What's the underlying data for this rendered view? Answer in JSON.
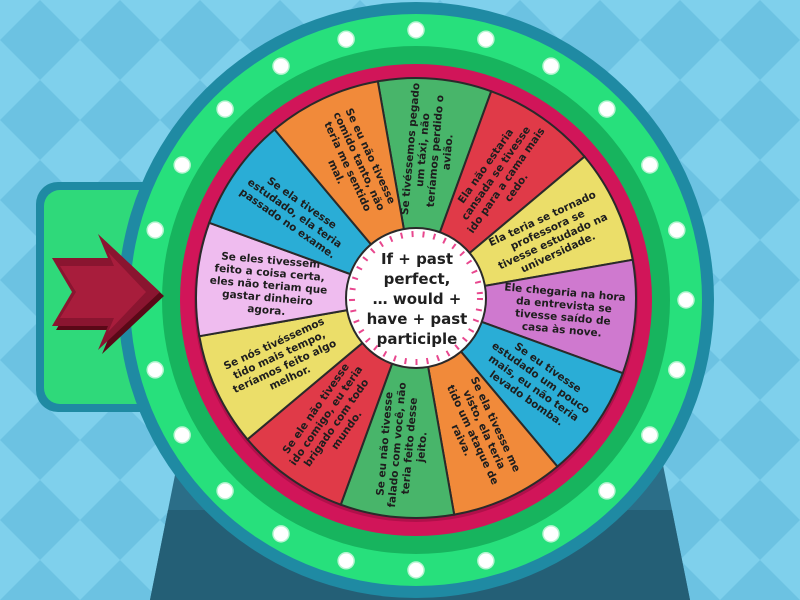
{
  "center": {
    "label": "If + past\nperfect,\n… would +\nhave + past\nparticiple"
  },
  "colors": {
    "background": "#7fd0ec",
    "background_pattern": "#6cc2e2",
    "stand": "#2b6e88",
    "frame_outer": "#1f8aa3",
    "frame_green": "#27e07c",
    "frame_green_dark": "#17b45e",
    "frame_crimson": "#d11559",
    "hub_dots": "#e8478e",
    "pointer": "#7a0f24",
    "segment_divider": "#2a2a2a"
  },
  "segments": [
    {
      "text": "Se tivéssemos pegado um táxi, não teríamos perdido o avião.",
      "color": "#48b56a"
    },
    {
      "text": "Ela não estaria cansada se tivesse ido para a cama mais cedo.",
      "color": "#e03a48"
    },
    {
      "text": "Ela teria se tornado professora se tivesse estudado na universidade.",
      "color": "#ebde69"
    },
    {
      "text": "Ele chegaria na hora da entrevista se tivesse saído de casa às nove.",
      "color": "#cf79cf"
    },
    {
      "text": "Se eu tivesse estudado um pouco mais, eu não teria levado bomba.",
      "color": "#2aadd6"
    },
    {
      "text": "Se ela tivesse me visto, ela teria tido um ataque de raiva.",
      "color": "#f18a3a"
    },
    {
      "text": "Se eu não tivesse falado com você, não teria feito desse jeito.",
      "color": "#48b56a"
    },
    {
      "text": "Se ele não tivesse ido comigo, eu teria brigado com todo mundo.",
      "color": "#e03a48"
    },
    {
      "text": "Se nós tivéssemos tido mais tempo, teríamos feito algo melhor.",
      "color": "#ebde69"
    },
    {
      "text": "Se eles tivessem feito a coisa certa, eles não teriam que gastar dinheiro agora.",
      "color": "#efbcef"
    },
    {
      "text": "Se ela tivesse estudado, ela teria passado no exame.",
      "color": "#2aadd6"
    },
    {
      "text": "Se eu não tivesse comido tanto, não teria me sentido mal.",
      "color": "#f18a3a"
    }
  ]
}
